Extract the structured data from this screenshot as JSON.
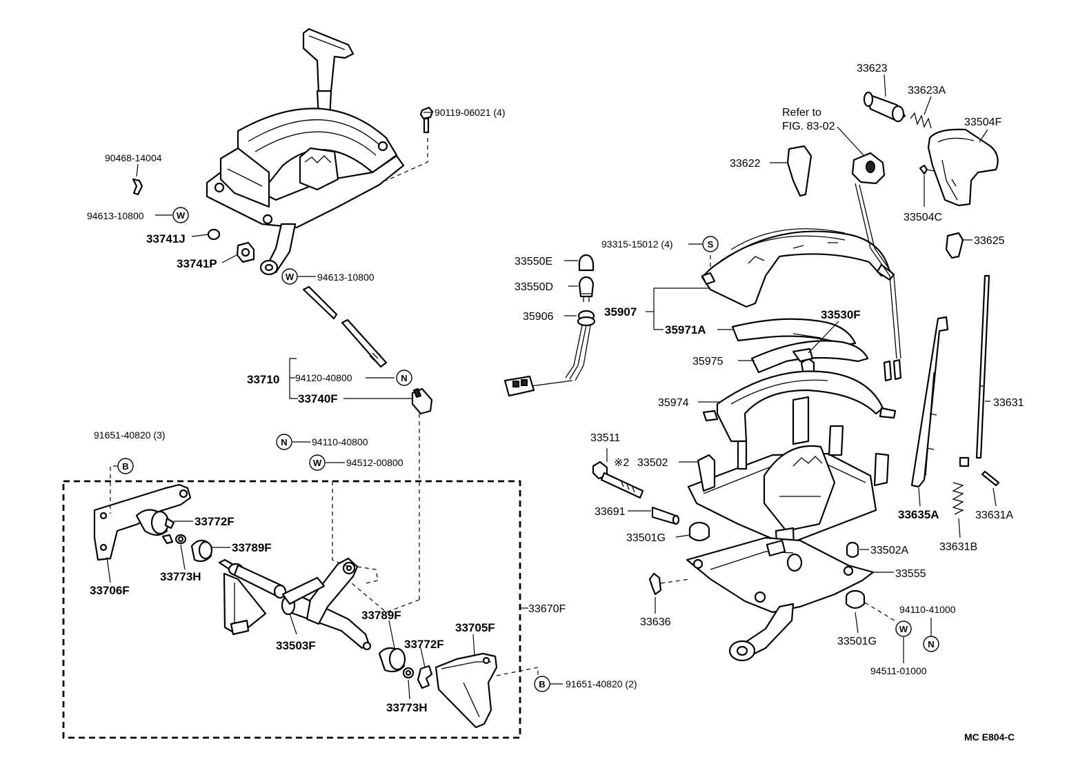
{
  "parts": {
    "p90119": "90119-06021 (4)",
    "p90468": "90468-14004",
    "p94613_a": "94613-10800",
    "p33741J": "33741J",
    "p33741P": "33741P",
    "p94613_b": "94613-10800",
    "p33710": "33710",
    "p94120": "94120-40800",
    "p33740F": "33740F",
    "p91651_3": "91651-40820 (3)",
    "p94110_40800": "94110-40800",
    "p94512": "94512-00800",
    "p33772F_a": "33772F",
    "p33789F_a": "33789F",
    "p33706F": "33706F",
    "p33773H_a": "33773H",
    "p33503F": "33503F",
    "p33789F_b": "33789F",
    "p33772F_b": "33772F",
    "p33705F": "33705F",
    "p33670F": "33670F",
    "p33773H_b": "33773H",
    "p91651_2": "91651-40820 (2)",
    "p33550E": "33550E",
    "p33550D": "33550D",
    "p35906": "35906",
    "p93315": "93315-15012 (4)",
    "p35907": "35907",
    "p35971A": "35971A",
    "p33530F": "33530F",
    "p35975": "35975",
    "p35974": "35974",
    "p33511": "33511",
    "p33502": "33502",
    "p33502_mark": "※2",
    "p33691": "33691",
    "p33501G_a": "33501G",
    "p33502A": "33502A",
    "p33555": "33555",
    "p33636": "33636",
    "p33501G_b": "33501G",
    "p94110_41000": "94110-41000",
    "p94511": "94511-01000",
    "p33622": "33622",
    "p33623": "33623",
    "p33623A": "33623A",
    "p33504F": "33504F",
    "p33504C": "33504C",
    "p33625": "33625",
    "p33631": "33631",
    "p33635A": "33635A",
    "p33631A": "33631A",
    "p33631B": "33631B"
  },
  "refer": {
    "line1": "Refer to",
    "line2": "FIG. 83-02"
  },
  "symbols": {
    "washer": "W",
    "nut": "N",
    "bolt": "B",
    "screw": "S"
  },
  "footer": {
    "code": "MC  E804-C"
  }
}
